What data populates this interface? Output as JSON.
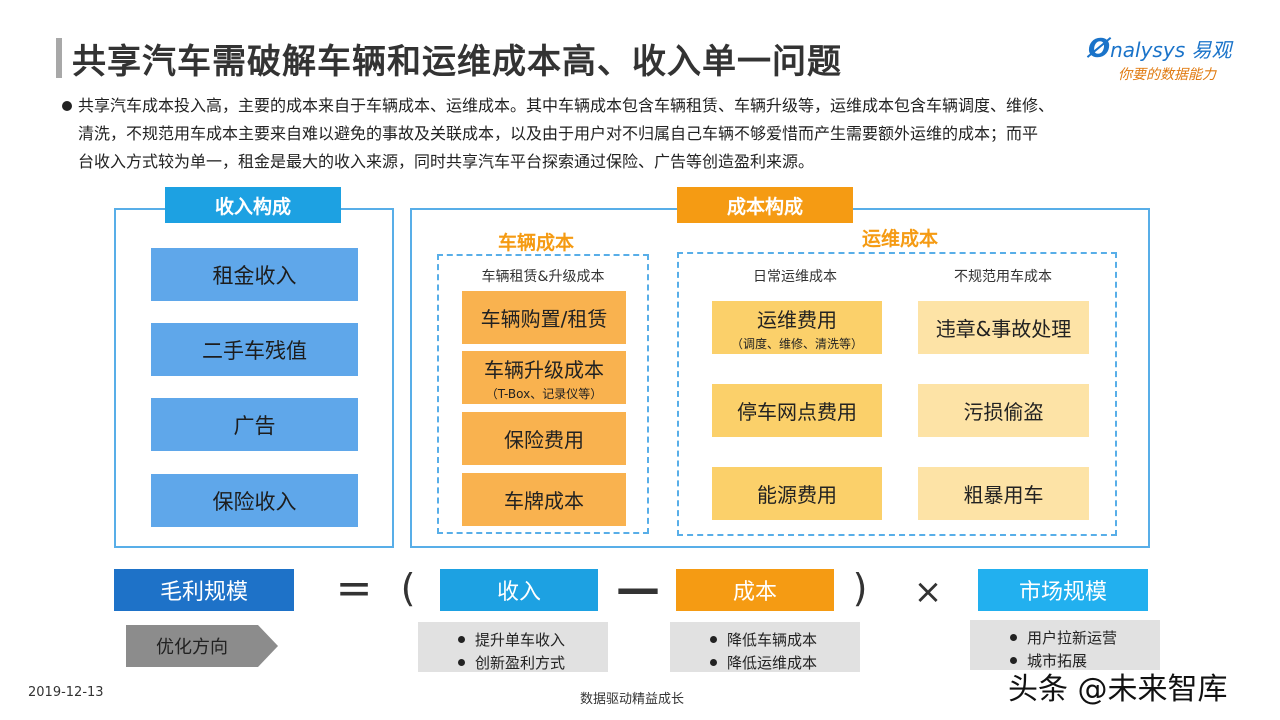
{
  "header": {
    "title": "共享汽车需破解车辆和运维成本高、收入单一问题",
    "logo_brand": "nalysys 易观",
    "logo_slogan": "你要的数据能力"
  },
  "intro": {
    "lines": [
      "共享汽车成本投入高，主要的成本来自于车辆成本、运维成本。其中车辆成本包含车辆租赁、车辆升级等，运维成本包含车辆调度、维修、",
      "清洗，不规范用车成本主要来自难以避免的事故及关联成本，以及由于用户对不归属自己车辆不够爱惜而产生需要额外运维的成本；而平",
      "台收入方式较为单一，租金是最大的收入来源，同时共享汽车平台探索通过保险、广告等创造盈利来源。"
    ]
  },
  "income": {
    "tag": "收入构成",
    "items": [
      "租金收入",
      "二手车残值",
      "广告",
      "保险收入"
    ]
  },
  "cost": {
    "tag": "成本构成",
    "vehicle": {
      "title": "车辆成本",
      "label": "车辆租赁&升级成本",
      "items": [
        {
          "text": "车辆购置/租赁",
          "sub": ""
        },
        {
          "text": "车辆升级成本",
          "sub": "（T-Box、记录仪等）"
        },
        {
          "text": "保险费用",
          "sub": ""
        },
        {
          "text": "车牌成本",
          "sub": ""
        }
      ]
    },
    "operation": {
      "title": "运维成本",
      "daily_label": "日常运维成本",
      "abnormal_label": "不规范用车成本",
      "daily_items": [
        {
          "text": "运维费用",
          "sub": "（调度、维修、清洗等）"
        },
        {
          "text": "停车网点费用",
          "sub": ""
        },
        {
          "text": "能源费用",
          "sub": ""
        }
      ],
      "abnormal_items": [
        "违章&事故处理",
        "污损偷盗",
        "粗暴用车"
      ]
    }
  },
  "formula": {
    "gross_profit": "毛利规模",
    "equals": "=",
    "open_paren": "(",
    "income": "收入",
    "minus": "—",
    "cost": "成本",
    "close_paren": ")",
    "times": "×",
    "market": "市场规模",
    "optimize": "优化方向",
    "income_points": [
      "提升单车收入",
      "创新盈利方式"
    ],
    "cost_points": [
      "降低车辆成本",
      "降低运维成本"
    ],
    "market_points": [
      "用户拉新运营",
      "城市拓展"
    ]
  },
  "footer": {
    "date": "2019-12-13",
    "center": "数据驱动精益成长",
    "watermark": "头条 @未来智库"
  },
  "colors": {
    "blue_tag": "#1da1e2",
    "orange_tag": "#f59b13",
    "formula_dark_blue": "#1e72c8",
    "formula_light_blue": "#1da1e2",
    "formula_orange": "#f59b13",
    "formula_cyan": "#22b0ef"
  }
}
